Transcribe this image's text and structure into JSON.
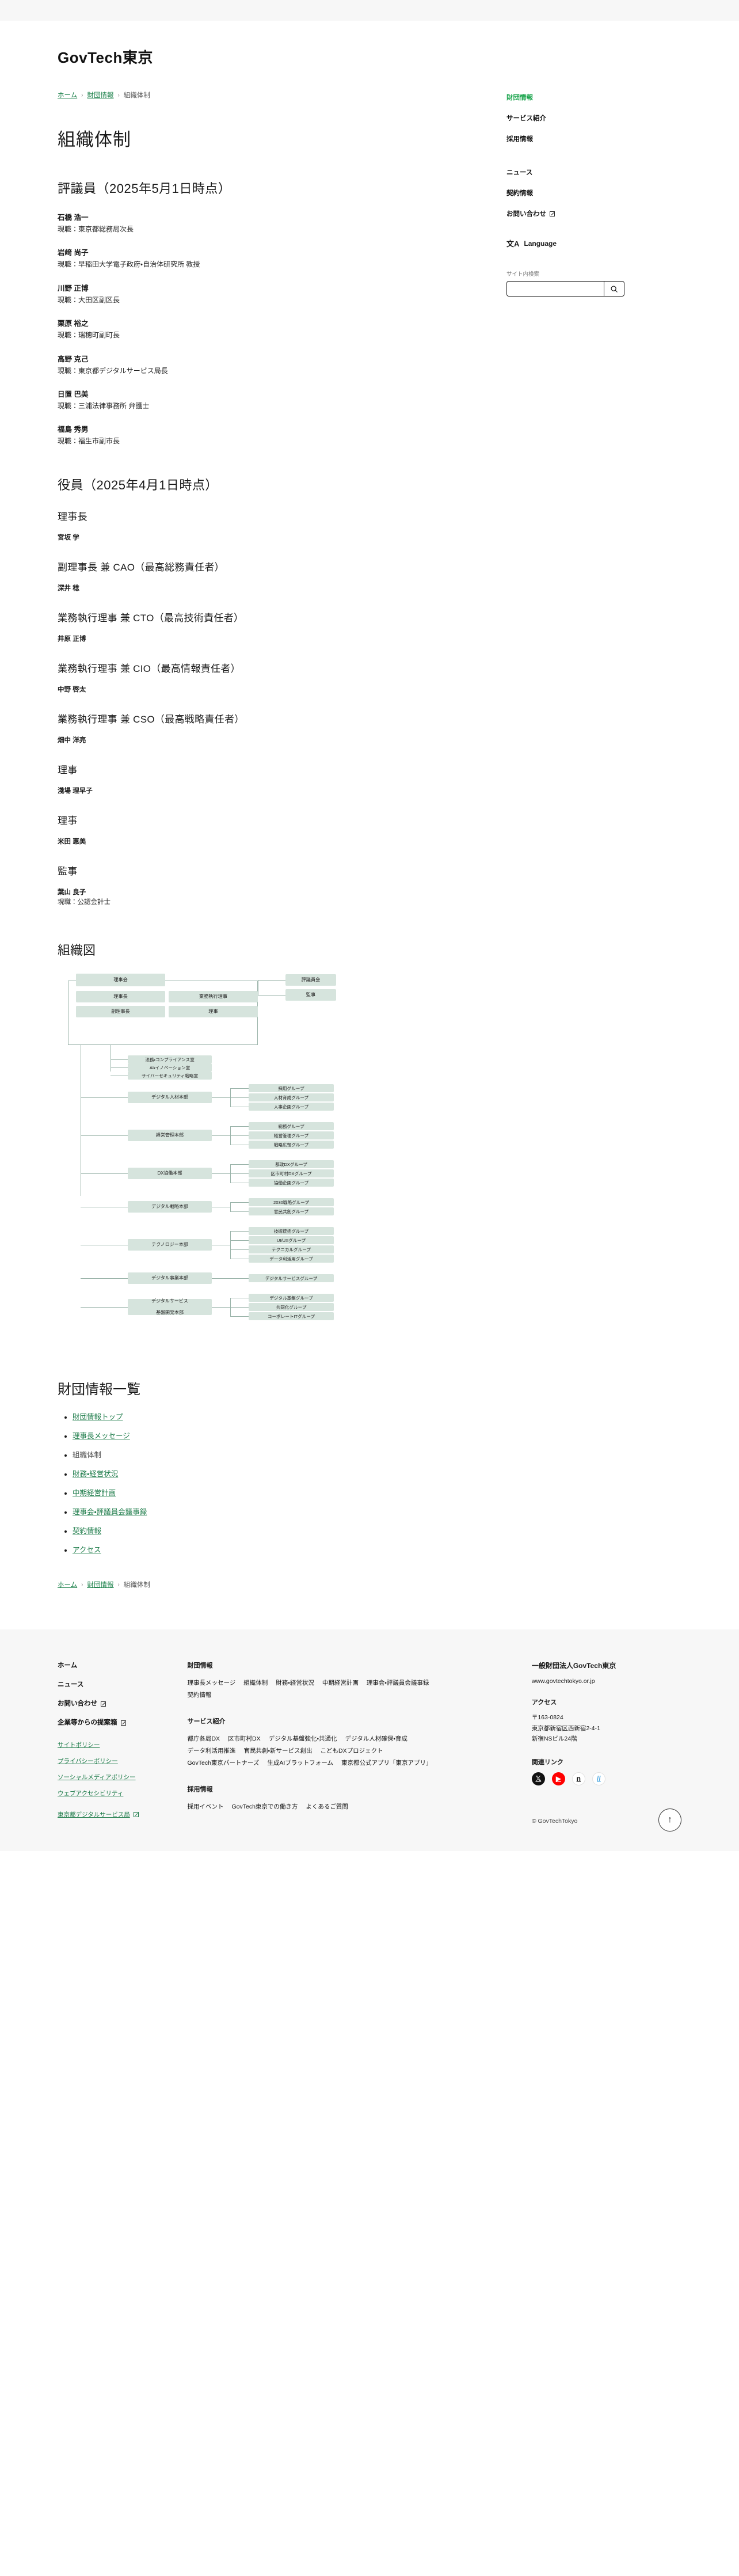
{
  "brand": "GovTech東京",
  "breadcrumb": {
    "home": "ホーム",
    "parent": "財団情報",
    "current": "組織体制",
    "sep": "›"
  },
  "page_title": "組織体制",
  "councilors": {
    "heading": "評議員（2025年5月1日時点）",
    "label_pos": "現職：",
    "people": [
      {
        "name": "石橋 浩一",
        "position": "現職：東京都総務局次長"
      },
      {
        "name": "岩﨑 尚子",
        "position": "現職：早稲田大学電子政府・自治体研究所 教授"
      },
      {
        "name": "川野 正博",
        "position": "現職：大田区副区長"
      },
      {
        "name": "栗原 裕之",
        "position": "現職：瑞穂町副町長"
      },
      {
        "name": "高野 克己",
        "position": "現職：東京都デジタルサービス局長"
      },
      {
        "name": "日置 巴美",
        "position": "現職：三浦法律事務所 弁護士"
      },
      {
        "name": "福島 秀男",
        "position": "現職：福生市副市長"
      }
    ]
  },
  "officers": {
    "heading": "役員（2025年4月1日時点）",
    "items": [
      {
        "role": "理事長",
        "name": "宮坂 学",
        "position": ""
      },
      {
        "role": "副理事長 兼 CAO（最高総務責任者）",
        "name": "深井 稔",
        "position": ""
      },
      {
        "role": "業務執行理事 兼 CTO（最高技術責任者）",
        "name": "井原 正博",
        "position": ""
      },
      {
        "role": "業務執行理事 兼 CIO（最高情報責任者）",
        "name": "中野 啓太",
        "position": ""
      },
      {
        "role": "業務執行理事 兼 CSO（最高戦略責任者）",
        "name": "畑中 洋亮",
        "position": ""
      },
      {
        "role": "理事",
        "name": "淺場 理早子",
        "position": ""
      },
      {
        "role": "理事",
        "name": "米田 惠美",
        "position": ""
      },
      {
        "role": "監事",
        "name": "葉山 良子",
        "position": "現職：公認会計士"
      }
    ]
  },
  "org_chart": {
    "heading": "組織図",
    "board": "理事会",
    "board_members": [
      "理事長",
      "業務執行理事",
      "副理事長",
      "理事"
    ],
    "side": [
      "評議員会",
      "監事"
    ],
    "offices": [
      "法務・コンプライアンス室",
      "AI・イノベーション室",
      "サイバーセキュリティ戦略室"
    ],
    "divisions": [
      {
        "name": "デジタル人材本部",
        "groups": [
          "採用グループ",
          "人材育成グループ",
          "人事企画グループ"
        ]
      },
      {
        "name": "経営管理本部",
        "groups": [
          "総務グループ",
          "経営管理グループ",
          "戦略広報グループ"
        ]
      },
      {
        "name": "DX協働本部",
        "groups": [
          "都政DXグループ",
          "区市町村DXグループ",
          "協働企画グループ"
        ]
      },
      {
        "name": "デジタル戦略本部",
        "groups": [
          "2030戦略グループ",
          "官民共創グループ"
        ]
      },
      {
        "name": "テクノロジー本部",
        "groups": [
          "技術統括グループ",
          "UI/UXグループ",
          "テクニカルグループ",
          "データ利活用グループ"
        ]
      },
      {
        "name": "デジタル事業本部",
        "groups": [
          "デジタルサービスグループ"
        ]
      },
      {
        "name": "デジタルサービス\n基盤開発本部",
        "groups": [
          "デジタル基盤グループ",
          "共同化グループ",
          "コーポレートITグループ"
        ]
      }
    ]
  },
  "foundation_list": {
    "heading": "財団情報一覧",
    "items": [
      {
        "label": "財団情報トップ",
        "link": true
      },
      {
        "label": "理事長メッセージ",
        "link": true
      },
      {
        "label": "組織体制",
        "link": false
      },
      {
        "label": "財務・経営状況",
        "link": true
      },
      {
        "label": "中期経営計画",
        "link": true
      },
      {
        "label": "理事会・評議員会議事録",
        "link": true
      },
      {
        "label": "契約情報",
        "link": true
      },
      {
        "label": "アクセス",
        "link": true
      }
    ]
  },
  "sidenav": {
    "items": [
      {
        "label": "財団情報",
        "active": true,
        "external": false
      },
      {
        "label": "サービス紹介",
        "active": false,
        "external": false
      },
      {
        "label": "採用情報",
        "active": false,
        "external": false
      }
    ],
    "items2": [
      {
        "label": "ニュース",
        "active": false,
        "external": false
      },
      {
        "label": "契約情報",
        "active": false,
        "external": false
      },
      {
        "label": "お問い合わせ",
        "active": false,
        "external": true
      }
    ],
    "language": {
      "glyph": "文A",
      "label": "Language"
    },
    "search": {
      "label": "サイト内検索",
      "value": "",
      "placeholder": "",
      "icon": "search-icon"
    }
  },
  "footer": {
    "nav": [
      {
        "label": "ホーム",
        "external": false
      },
      {
        "label": "ニュース",
        "external": false
      },
      {
        "label": "お問い合わせ",
        "external": true
      },
      {
        "label": "企業等からの提案箱",
        "external": true
      }
    ],
    "policies": [
      "サイトポリシー",
      "プライバシーポリシー",
      "ソーシャルメディアポリシー",
      "ウェブアクセシビリティ"
    ],
    "dept_link": {
      "label": "東京都デジタルサービス局",
      "external": true
    },
    "groups": [
      {
        "title": "財団情報",
        "links": [
          "理事長メッセージ",
          "組織体制",
          "財務・経営状況",
          "中期経営計画",
          "理事会・評議員会議事録",
          "契約情報"
        ]
      },
      {
        "title": "サービス紹介",
        "links": [
          "都庁各局DX",
          "区市町村DX",
          "デジタル基盤強化・共通化",
          "デジタル人材確保・育成",
          "データ利活用推進",
          "官民共創・新サービス創出",
          "こどもDXプロジェクト",
          "GovTech東京パートナーズ",
          "生成AIプラットフォーム",
          "東京都公式アプリ「東京アプリ」"
        ]
      },
      {
        "title": "採用情報",
        "links": [
          "採用イベント",
          "GovTech東京での働き方",
          "よくあるご質問"
        ]
      }
    ],
    "org_name": "一般財団法人GovTech東京",
    "url": "www.govtechtokyo.or.jp",
    "access_title": "アクセス",
    "address": [
      "〒163-0824",
      "東京都新宿区西新宿2-4-1",
      "新宿NSビル24階"
    ],
    "related_title": "関連リンク",
    "social": [
      {
        "name": "x-icon",
        "glyph": "𝕏"
      },
      {
        "name": "youtube-icon",
        "glyph": "▶"
      },
      {
        "name": "note-icon",
        "glyph": "n"
      },
      {
        "name": "hatena-icon",
        "glyph": "//"
      }
    ],
    "copyright": "© GovTechTokyo",
    "to_top": "↑"
  },
  "colors": {
    "accent_green": "#17a34a",
    "link_green": "#1a7a47",
    "chart_box": "#d6e4dd",
    "chart_line": "#9cb5ab"
  }
}
